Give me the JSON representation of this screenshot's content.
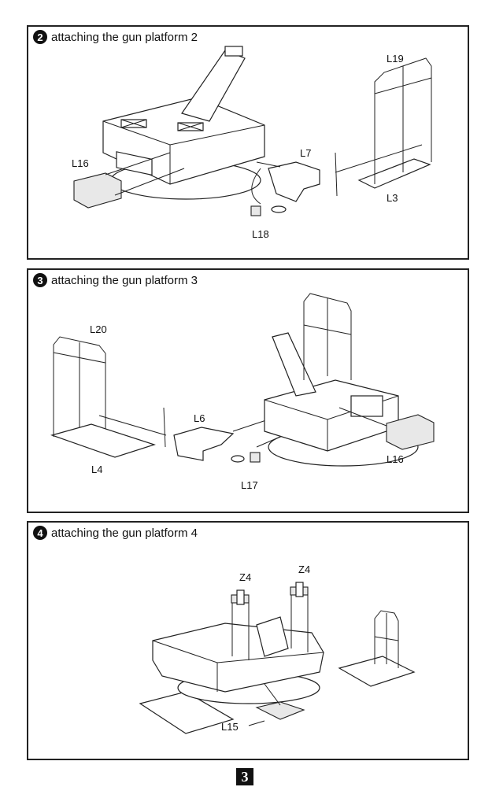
{
  "steps": [
    {
      "number": "2",
      "title": "attaching the gun platform 2",
      "part_labels": [
        "L16",
        "L7",
        "L18",
        "L19",
        "L3"
      ]
    },
    {
      "number": "3",
      "title": "attaching the gun platform 3",
      "part_labels": [
        "L20",
        "L6",
        "L4",
        "L17",
        "L16"
      ]
    },
    {
      "number": "4",
      "title": "attaching the gun platform 4",
      "part_labels": [
        "Z4",
        "Z4",
        "L15"
      ]
    }
  ],
  "page_number": "3"
}
